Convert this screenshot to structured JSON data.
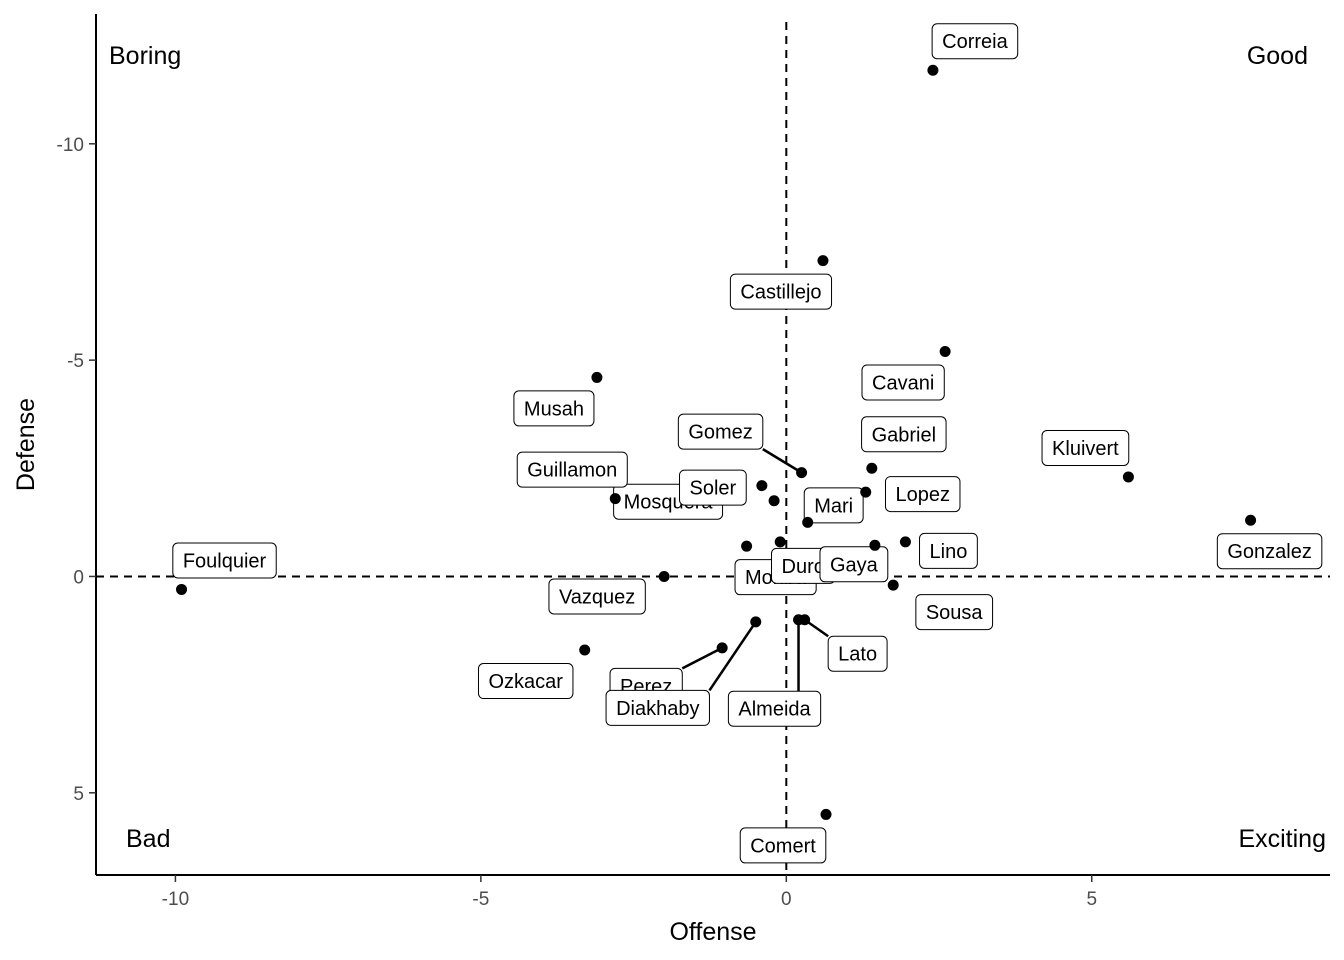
{
  "chart_data": {
    "type": "scatter",
    "xlabel": "Offense",
    "ylabel": "Defense",
    "xlim": [
      -11.3,
      8.9
    ],
    "ylim": [
      -13.0,
      6.9
    ],
    "y_reversed": true,
    "x_ticks": [
      -10,
      -5,
      0,
      5
    ],
    "y_ticks": [
      -10,
      -5,
      0,
      5
    ],
    "x_tick_labels": [
      "-10",
      "-5",
      "0",
      "5"
    ],
    "y_tick_labels": [
      "-10",
      "-5",
      "0",
      "5"
    ],
    "grid": false,
    "reference_lines": {
      "x": 0,
      "y": 0,
      "style": "dashed"
    },
    "quadrant_labels": {
      "top_left": "Boring",
      "top_right": "Good",
      "bottom_left": "Bad",
      "bottom_right": "Exciting"
    },
    "points": [
      {
        "name": "Correia",
        "x": 2.4,
        "y": -11.7
      },
      {
        "name": "Castillejo",
        "x": 0.6,
        "y": -7.3
      },
      {
        "name": "Cavani",
        "x": 2.6,
        "y": -5.2
      },
      {
        "name": "Musah",
        "x": -3.1,
        "y": -4.6
      },
      {
        "name": "Kluivert",
        "x": 5.6,
        "y": -2.3
      },
      {
        "name": "Gonzalez",
        "x": 7.6,
        "y": -1.3
      },
      {
        "name": "Gomez",
        "x": 0.25,
        "y": -2.4
      },
      {
        "name": "Gabriel",
        "x": 1.4,
        "y": -2.5
      },
      {
        "name": "Guillamon",
        "x": -2.8,
        "y": -1.8
      },
      {
        "name": "Soler",
        "x": -0.4,
        "y": -2.1
      },
      {
        "name": "Lopez",
        "x": 1.3,
        "y": -1.95
      },
      {
        "name": "Mari",
        "x": 0.35,
        "y": -1.25
      },
      {
        "name": "Mosquera",
        "x": -0.2,
        "y": -1.75
      },
      {
        "name": "Lino",
        "x": 1.95,
        "y": -0.8
      },
      {
        "name": "Duro",
        "x": -0.1,
        "y": -0.8
      },
      {
        "name": "Gaya",
        "x": 1.45,
        "y": -0.72
      },
      {
        "name": "Foulquier",
        "x": -9.9,
        "y": 0.3
      },
      {
        "name": "Vazquez",
        "x": -2.0,
        "y": 0.0
      },
      {
        "name": "Sousa",
        "x": 1.75,
        "y": 0.2
      },
      {
        "name": "Moriba",
        "x": -0.65,
        "y": -0.7
      },
      {
        "name": "Perez",
        "x": -1.05,
        "y": 1.65
      },
      {
        "name": "Diakhaby",
        "x": -0.5,
        "y": 1.05
      },
      {
        "name": "Lato",
        "x": 0.3,
        "y": 1.0
      },
      {
        "name": "Almeida",
        "x": 0.2,
        "y": 1.0
      },
      {
        "name": "Ozkacar",
        "x": -3.3,
        "y": 1.7
      },
      {
        "name": "Comert",
        "x": 0.65,
        "y": 5.5
      }
    ]
  }
}
